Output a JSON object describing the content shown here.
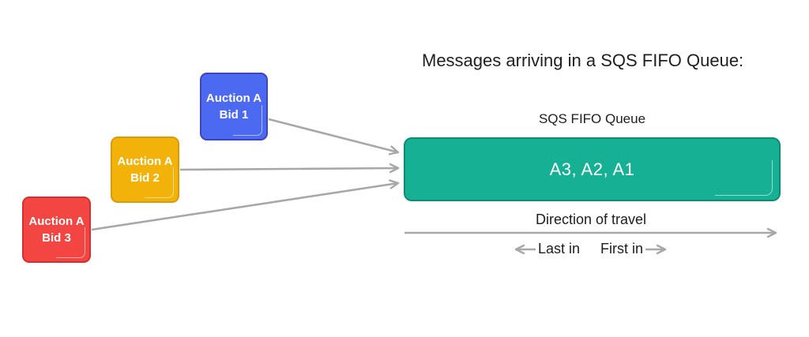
{
  "title": "Messages arriving in a SQS FIFO Queue:",
  "queue": {
    "label": "SQS FIFO Queue",
    "contents": "A3, A2, A1",
    "fill_color": "#16b095",
    "border_color": "#0d8c74"
  },
  "messages": [
    {
      "line1": "Auction A",
      "line2": "Bid 1",
      "fill_color": "#4c6af1",
      "border_color": "#3b45be"
    },
    {
      "line1": "Auction A",
      "line2": "Bid 2",
      "fill_color": "#f2b20a",
      "border_color": "#da9b0b"
    },
    {
      "line1": "Auction A",
      "line2": "Bid 3",
      "fill_color": "#f34541",
      "border_color": "#d62f2f"
    }
  ],
  "direction": {
    "label": "Direction of travel",
    "last_in_label": "Last in",
    "first_in_label": "First in"
  },
  "style": {
    "arrow_color": "#a8a8a8",
    "text_color": "#1e1e1e",
    "background_color": "#ffffff"
  }
}
